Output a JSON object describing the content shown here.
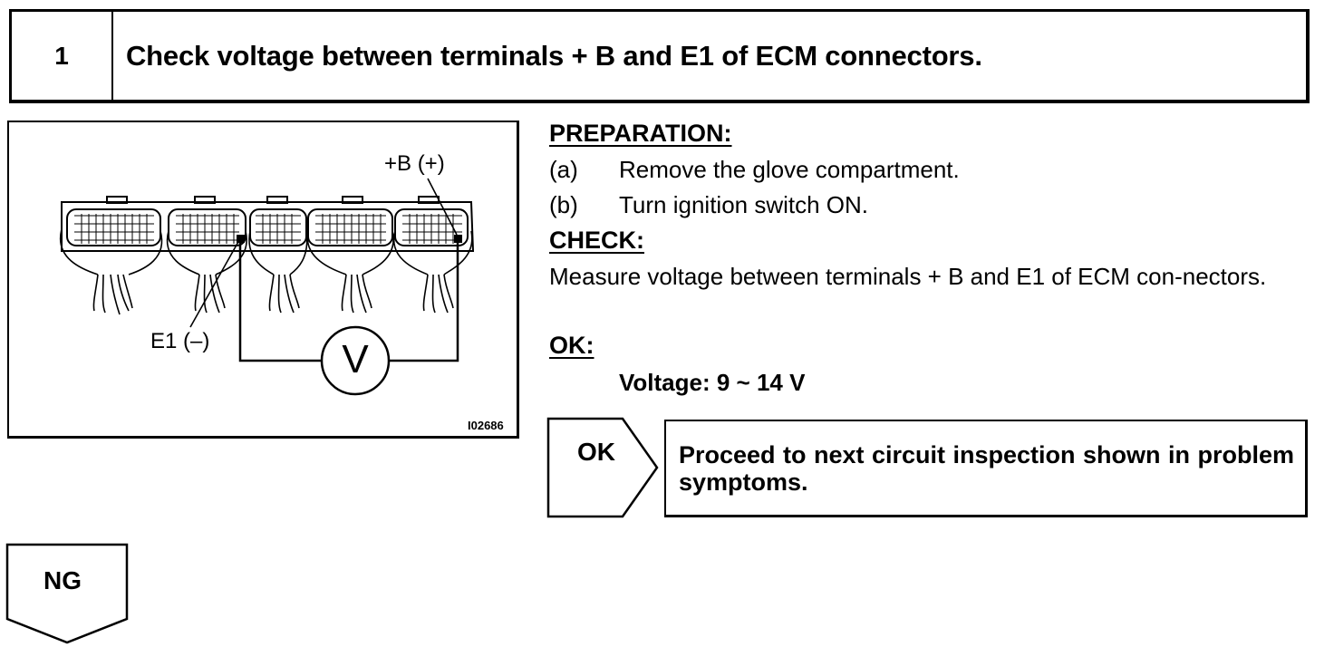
{
  "step": {
    "number": "1",
    "title": "Check voltage between terminals + B and E1 of ECM connectors."
  },
  "figure": {
    "label_b_plus": "+B (+)",
    "label_e1_minus": "E1 (–)",
    "meter_symbol": "V",
    "figure_id": "I02686"
  },
  "preparation": {
    "heading": "PREPARATION:",
    "items": [
      {
        "letter": "(a)",
        "text": "Remove the glove compartment."
      },
      {
        "letter": "(b)",
        "text": "Turn ignition switch ON."
      }
    ]
  },
  "check": {
    "heading": "CHECK:",
    "text": "Measure voltage between terminals + B and E1 of ECM con-nectors."
  },
  "ok": {
    "heading": "OK:",
    "spec": "Voltage: 9 ~ 14 V"
  },
  "result_ok": {
    "label": "OK",
    "text": "Proceed to next circuit inspection shown in problem symptoms."
  },
  "result_ng": {
    "label": "NG"
  }
}
